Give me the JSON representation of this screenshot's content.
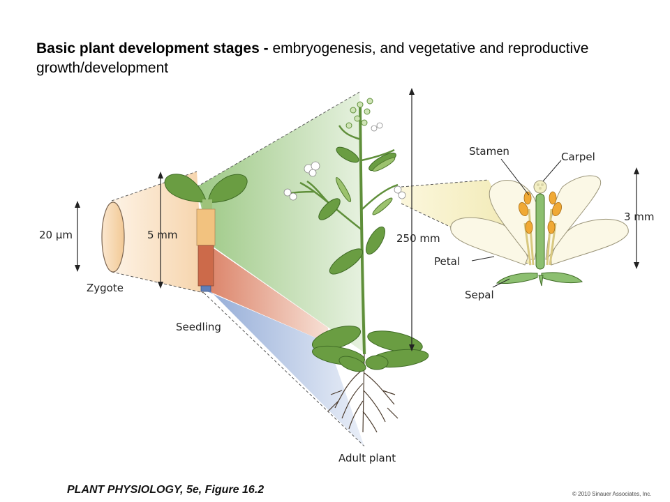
{
  "title": {
    "bold": "Basic plant development stages -",
    "rest": " embryogenesis, and vegetative and reproductive growth/development"
  },
  "labels": {
    "zygote": "Zygote",
    "seedling": "Seedling",
    "adult": "Adult plant",
    "stamen": "Stamen",
    "carpel": "Carpel",
    "petal": "Petal",
    "sepal": "Sepal"
  },
  "scales": {
    "zygote": "20 μm",
    "seedling": "5 mm",
    "adult": "250 mm",
    "flower": "3 mm"
  },
  "footer": {
    "book": "PLANT PHYSIOLOGY,",
    "figure": " 5e, Figure 16.2",
    "copyright": "© 2010 Sinauer Associates, Inc."
  },
  "colors": {
    "zygote_beam": "#f7d9b6",
    "seedling_beam": "#b9d8a6",
    "root_beam_red": "#e29878",
    "root_beam_blue": "#8fa9d4",
    "flower_beam": "#f3efc4",
    "leaf_green": "#6a9d42",
    "petal_cream": "#fbf8e6",
    "anther_orange": "#f0a935"
  }
}
